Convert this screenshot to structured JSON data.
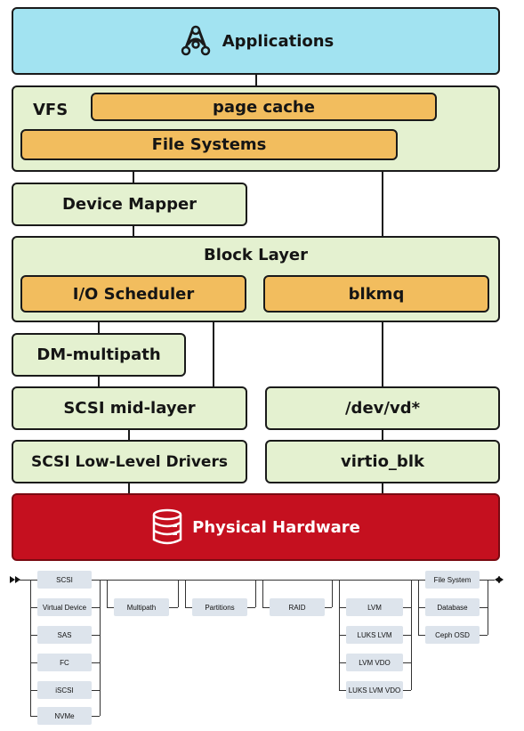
{
  "stack": {
    "applications": "Applications",
    "vfs": "VFS",
    "page_cache": "page cache",
    "file_systems": "File Systems",
    "device_mapper": "Device Mapper",
    "block_layer": "Block Layer",
    "io_scheduler": "I/O Scheduler",
    "blkmq": "blkmq",
    "dm_multipath": "DM-multipath",
    "scsi_mid_layer": "SCSI mid-layer",
    "dev_vd": "/dev/vd*",
    "scsi_low_level_drivers": "SCSI Low-Level Drivers",
    "virtio_blk": "virtio_blk",
    "physical_hardware": "Physical Hardware"
  },
  "flow": {
    "devices": [
      "SCSI",
      "Virtual Device",
      "SAS",
      "FC",
      "iSCSI",
      "NVMe"
    ],
    "multipath": "Multipath",
    "partitions": "Partitions",
    "raid": "RAID",
    "lvm": [
      "LVM",
      "LUKS LVM",
      "LVM VDO",
      "LUKS LVM VDO"
    ],
    "consumers": [
      "File System",
      "Database",
      "Ceph OSD"
    ]
  },
  "colors": {
    "applications": "#a2e3f1",
    "layer": "#e4f1d0",
    "component": "#f2bd5e",
    "hardware": "#c5101f",
    "flow_box": "#dde4ec"
  },
  "icons": {
    "applications": "app-icon",
    "hardware": "database-stack-icon"
  }
}
